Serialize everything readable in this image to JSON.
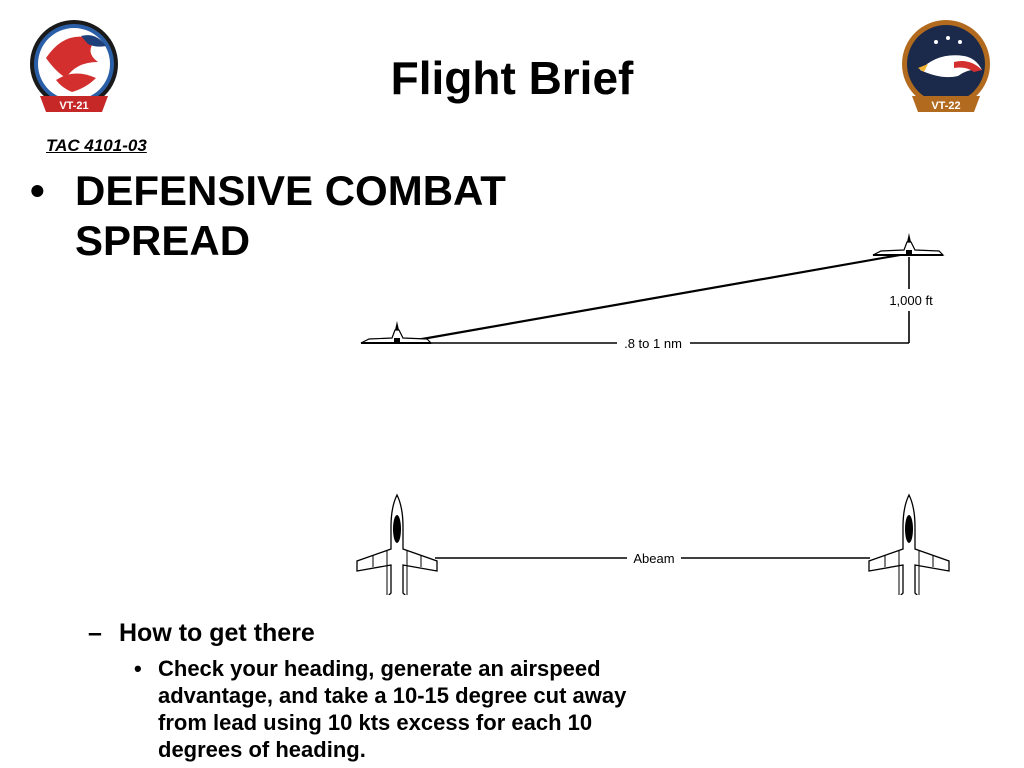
{
  "slide": {
    "title": "Flight Brief",
    "reference": "TAC 4101-03",
    "logo_left_text": "VT-21",
    "logo_right_text": "VT-22"
  },
  "bullets": {
    "level1_marker": "•",
    "level1_text": "DEFENSIVE COMBAT SPREAD",
    "level2_marker": "–",
    "level2_text": "How to get there",
    "level3_marker": "•",
    "level3_text": "Check your heading, generate an airspeed advantage, and take a 10-15 degree cut away from lead using 10 kts excess for each 10 degrees of heading."
  },
  "diagram": {
    "side_view": {
      "horizontal_label": ".8 to 1 nm",
      "vertical_label": "1,000 ft"
    },
    "top_view": {
      "label": "Abeam"
    }
  }
}
